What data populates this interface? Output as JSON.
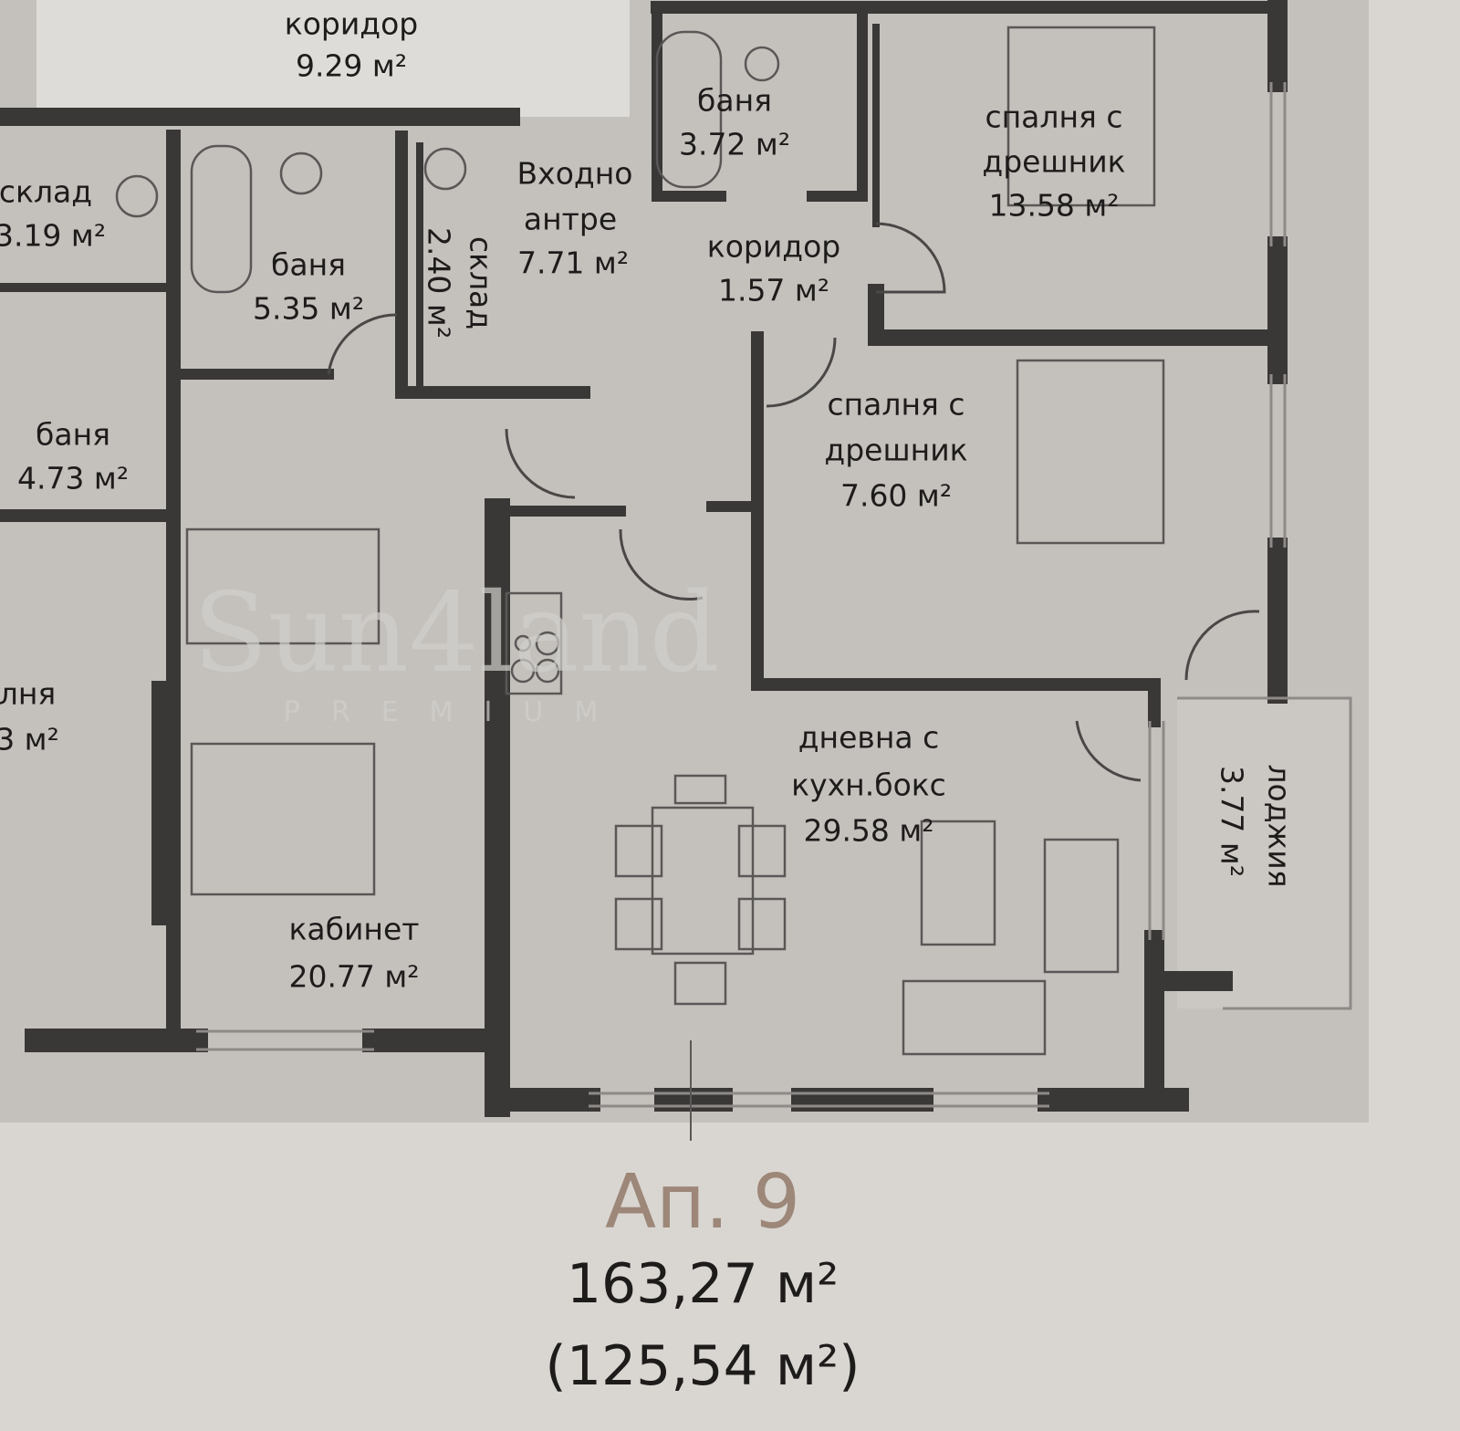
{
  "rooms": [
    {
      "id": "corridor-top",
      "name": "коридор",
      "area": "9.29 м²"
    },
    {
      "id": "storage-left",
      "name": "склад",
      "area": "3.19 м²"
    },
    {
      "id": "bath-535",
      "name": "баня",
      "area": "5.35 м²"
    },
    {
      "id": "storage-240",
      "name": "склад",
      "area": "2.40 м²"
    },
    {
      "id": "entrance",
      "name_line1": "Входно",
      "name_line2": "антре",
      "area": "7.71 м²"
    },
    {
      "id": "bath-372",
      "name": "баня",
      "area": "3.72 м²"
    },
    {
      "id": "corridor-157",
      "name": "коридор",
      "area": "1.57 м²"
    },
    {
      "id": "bedroom-1358",
      "name_line1": "спалня с",
      "name_line2": "дрешник",
      "area": "13.58 м²"
    },
    {
      "id": "bedroom-760",
      "name_line1": "спалня с",
      "name_line2": "дрешник",
      "area": "7.60 м²"
    },
    {
      "id": "bath-473",
      "name": "баня",
      "area": "4.73 м²"
    },
    {
      "id": "bedroom-left-partial",
      "name": "лня",
      "area": "3 м²"
    },
    {
      "id": "office",
      "name": "кабинет",
      "area": "20.77 м²"
    },
    {
      "id": "living",
      "name_line1": "дневна с",
      "name_line2": "кухн.бокс",
      "area": "29.58 м²"
    },
    {
      "id": "loggia",
      "name": "лоджия",
      "area": "3.77 м²"
    }
  ],
  "apartment": {
    "title": "Ап. 9",
    "total_area": "163,27 м²",
    "net_area": "(125,54 м²)"
  },
  "watermark": {
    "logo_text": "Sun4land",
    "sub_text": "PREMIUM"
  },
  "colors": {
    "title": "#9d8778",
    "wall": "#3a3837",
    "floor": "#c4c1bd",
    "paper": "#d9d6d2"
  }
}
